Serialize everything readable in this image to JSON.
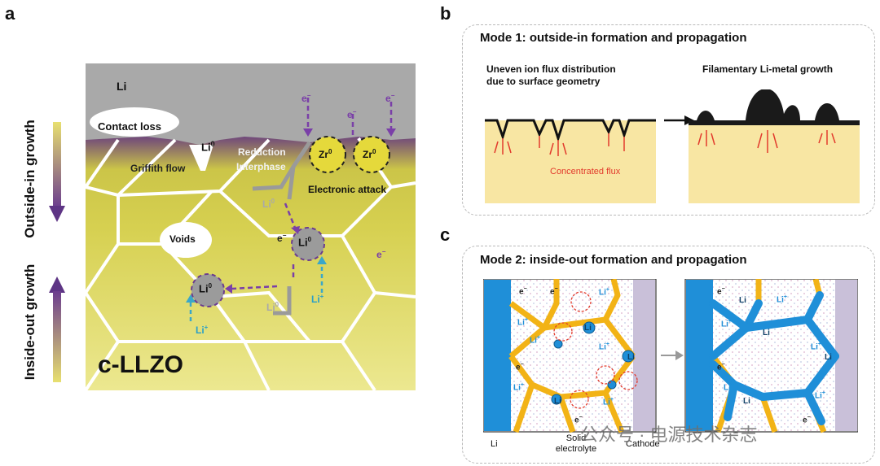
{
  "panel_a": {
    "letter": "a",
    "outside_in": "Outside-in growth",
    "inside_out": "Inside-out growth",
    "li": "Li",
    "contact_loss": "Contact loss",
    "li0_top": "Li",
    "griffith": "Griffith flow",
    "reduction": "Reduction",
    "interphase": "Interphase",
    "zr_base": "Zr",
    "sup0": "0",
    "electronic_attack": "Electronic attack",
    "voids": "Voids",
    "li0": "Li",
    "li_plus": "Li",
    "plus": "+",
    "e": "e",
    "minus": "−",
    "cllzo": "c-LLZO"
  },
  "panel_b": {
    "letter": "b",
    "title": "Mode 1: outside-in formation and propagation",
    "left_label_1": "Uneven ion flux distribution",
    "left_label_2": "due to surface geometry",
    "right_label": "Filamentary Li-metal growth",
    "concentrated": "Concentrated flux"
  },
  "panel_c": {
    "letter": "c",
    "title": "Mode 2: inside-out formation and propagation",
    "li_label": "Li",
    "solid_electrolyte": "Solid electrolyte",
    "cathode": "Cathode",
    "li": "Li",
    "li_plus": "Li",
    "plus": "+",
    "e": "e",
    "minus": "−"
  },
  "watermark": "公众号 · 电源技术杂志",
  "colors": {
    "purple": "#6b2f96",
    "yellow": "#d8d24a",
    "grey": "#a9a9a9",
    "blue": "#1f8fd8",
    "gold": "#f2b316",
    "sand": "#f8e6a3",
    "red": "#e23a2c",
    "cyan": "#3aa7c9"
  }
}
